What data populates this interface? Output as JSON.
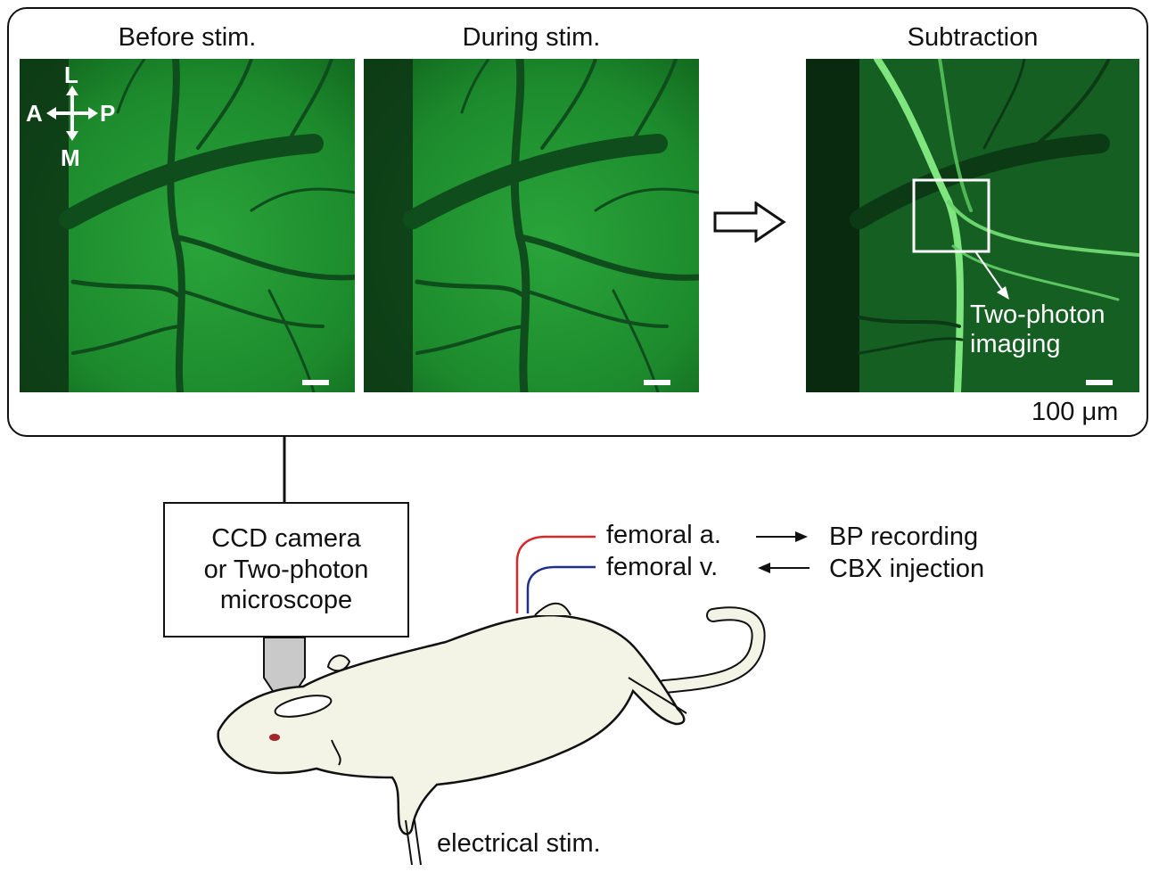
{
  "panels": {
    "before_title": "Before stim.",
    "during_title": "During stim.",
    "subtraction_title": "Subtraction"
  },
  "orientation": {
    "lateral": "L",
    "anterior": "A",
    "posterior": "P",
    "medial": "M"
  },
  "scale_label": "100 μm",
  "inset_label_line1": "Two-photon",
  "inset_label_line2": "imaging",
  "device": {
    "line1": "CCD camera",
    "line2": "or Two-photon",
    "line3": "microscope"
  },
  "femoral_artery": "femoral a.",
  "femoral_vein": "femoral v.",
  "bp_recording": "BP recording",
  "cbx_injection": "CBX injection",
  "electrical_stim": "electrical stim.",
  "colors": {
    "field_green": "#1f8a2e",
    "artery_line": "#d42a2a",
    "vein_line": "#1f2f8a",
    "rat_body": "#f3f4e6"
  }
}
